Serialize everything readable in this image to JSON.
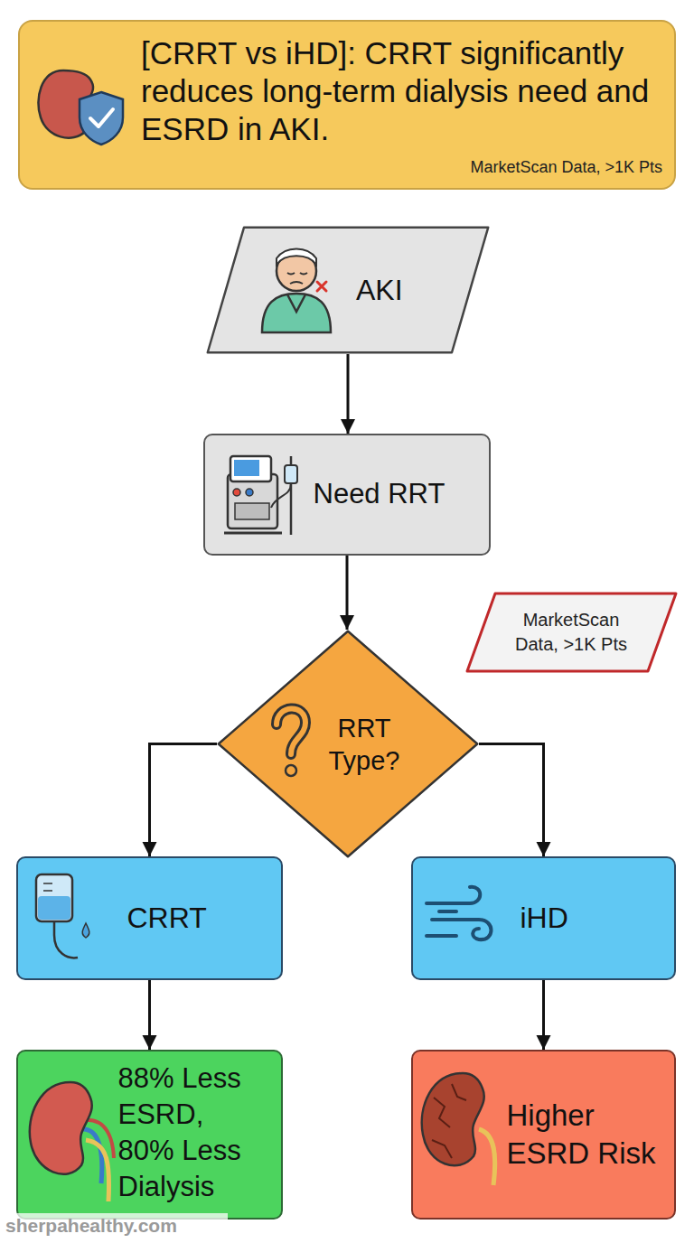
{
  "diagram": {
    "nodes": [
      {
        "text": [
          "[CRRT vs iHD]: CRRT significantly reduces long-term dialysis need and ESRD in AKI.",
          "MarketScan Data, >1K Pts"
        ]
      },
      {
        "text": [
          "AKI"
        ]
      },
      {
        "text": [
          "Need RRT"
        ]
      },
      {
        "text": [
          "MarketScan Data, >1K Pts"
        ]
      },
      {
        "text": [
          "RRT Type?"
        ]
      },
      {
        "text": [
          "CRRT"
        ]
      },
      {
        "text": [
          "iHD"
        ]
      },
      {
        "text": [
          "88% Less ESRD, 80% Less Dialysis"
        ]
      },
      {
        "text": [
          "Higher ESRD Risk"
        ]
      }
    ],
    "edges": [
      {
        "from": 1,
        "to": 2,
        "arrow": "to"
      },
      {
        "from": 2,
        "to": 4,
        "arrow": "to"
      },
      {
        "from": 4,
        "to": 5,
        "arrow": "to"
      },
      {
        "from": 4,
        "to": 6,
        "arrow": "to"
      },
      {
        "from": 5,
        "to": 7,
        "arrow": "to"
      },
      {
        "from": 6,
        "to": 8,
        "arrow": "to"
      }
    ],
    "labels": [
      "sherpahealthy.com"
    ]
  }
}
